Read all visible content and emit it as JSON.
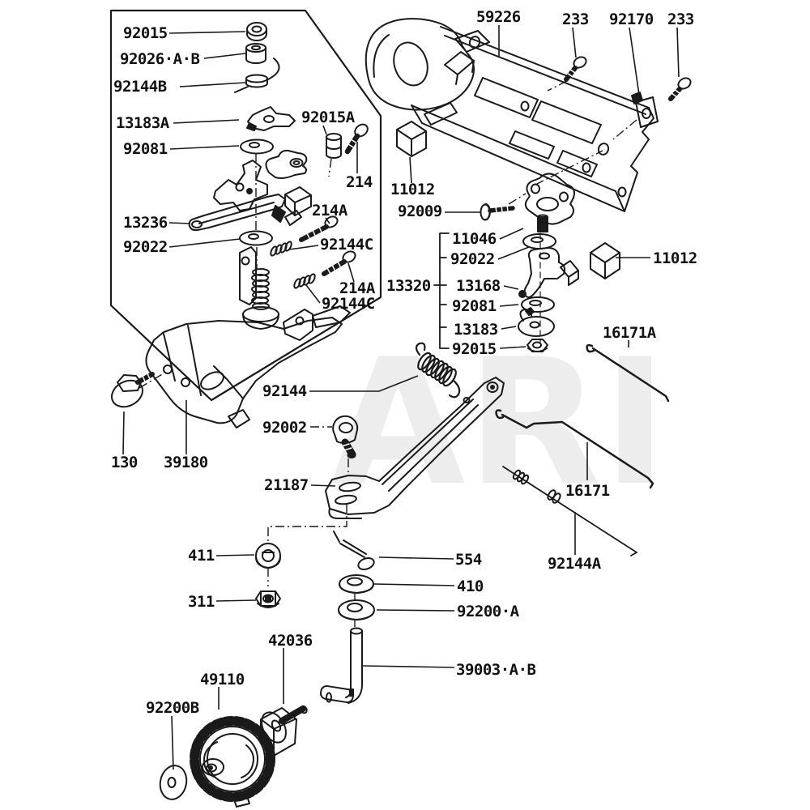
{
  "colors": {
    "ink": "#1a1a1a",
    "background": "#ffffff",
    "watermark": "#ededed"
  },
  "watermark": {
    "text": "ARI"
  },
  "labels": [
    {
      "id": "92015-1",
      "text": "92015"
    },
    {
      "id": "92026AB",
      "text": "92026·A·B"
    },
    {
      "id": "92144B",
      "text": "92144B"
    },
    {
      "id": "13183A",
      "text": "13183A"
    },
    {
      "id": "92081-1",
      "text": "92081"
    },
    {
      "id": "92015A",
      "text": "92015A"
    },
    {
      "id": "214",
      "text": "214"
    },
    {
      "id": "13236",
      "text": "13236"
    },
    {
      "id": "214A-1",
      "text": "214A"
    },
    {
      "id": "92022-1",
      "text": "92022"
    },
    {
      "id": "92144C-1",
      "text": "92144C"
    },
    {
      "id": "214A-2",
      "text": "214A"
    },
    {
      "id": "92144C-2",
      "text": "92144C"
    },
    {
      "id": "59226",
      "text": "59226"
    },
    {
      "id": "233-1",
      "text": "233"
    },
    {
      "id": "92170",
      "text": "92170"
    },
    {
      "id": "233-2",
      "text": "233"
    },
    {
      "id": "11012-1",
      "text": "11012"
    },
    {
      "id": "92009",
      "text": "92009"
    },
    {
      "id": "11046",
      "text": "11046"
    },
    {
      "id": "92022-2",
      "text": "92022"
    },
    {
      "id": "13320",
      "text": "13320"
    },
    {
      "id": "13168",
      "text": "13168"
    },
    {
      "id": "92081-2",
      "text": "92081"
    },
    {
      "id": "13183",
      "text": "13183"
    },
    {
      "id": "92015-2",
      "text": "92015"
    },
    {
      "id": "11012-2",
      "text": "11012"
    },
    {
      "id": "16171A",
      "text": "16171A"
    },
    {
      "id": "92144",
      "text": "92144"
    },
    {
      "id": "92002",
      "text": "92002"
    },
    {
      "id": "21187",
      "text": "21187"
    },
    {
      "id": "130",
      "text": "130"
    },
    {
      "id": "39180",
      "text": "39180"
    },
    {
      "id": "16171",
      "text": "16171"
    },
    {
      "id": "92144A",
      "text": "92144A"
    },
    {
      "id": "411",
      "text": "411"
    },
    {
      "id": "554",
      "text": "554"
    },
    {
      "id": "311",
      "text": "311"
    },
    {
      "id": "410",
      "text": "410"
    },
    {
      "id": "92200A",
      "text": "92200·A"
    },
    {
      "id": "42036",
      "text": "42036"
    },
    {
      "id": "49110",
      "text": "49110"
    },
    {
      "id": "92200B",
      "text": "92200B"
    },
    {
      "id": "39003AB",
      "text": "39003·A·B"
    }
  ]
}
